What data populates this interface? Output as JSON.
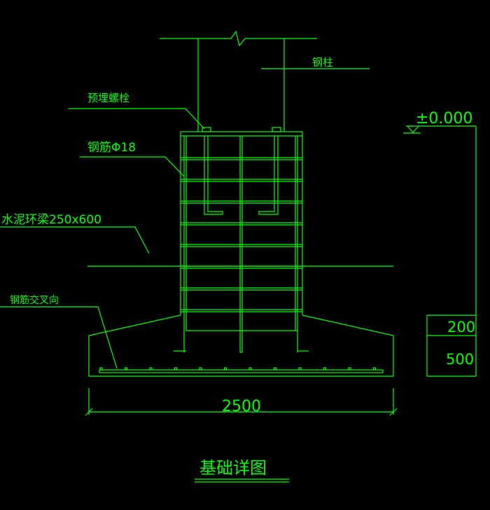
{
  "labels": {
    "steel_column": "钢柱",
    "anchor_bolt": "预埋螺栓",
    "rebar": "钢筋Φ18",
    "ring_beam": "水泥环梁250x600",
    "rebar_cross": "钢筋交叉向",
    "elevation": "±0.000",
    "dim_200": "200",
    "dim_500": "500",
    "dim_width": "2500",
    "title": "基础详图"
  },
  "colors": {
    "line": "#00ff00",
    "background": "#000000"
  }
}
